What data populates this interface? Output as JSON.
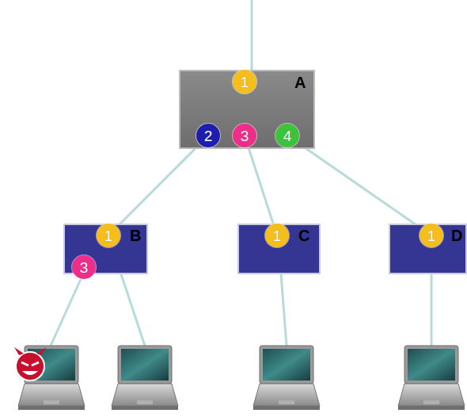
{
  "diagram": {
    "nodes": [
      {
        "text": [
          "A"
        ]
      },
      {
        "text": [
          "1"
        ],
        "in": 0
      },
      {
        "text": [
          "2"
        ],
        "in": 0
      },
      {
        "text": [
          "3"
        ],
        "in": 0
      },
      {
        "text": [
          "4"
        ],
        "in": 0
      },
      {
        "text": [
          "B"
        ]
      },
      {
        "text": [
          "1"
        ],
        "in": 5
      },
      {
        "text": [
          "3"
        ],
        "in": 5
      },
      {
        "text": [
          "C"
        ]
      },
      {
        "text": [
          "1"
        ],
        "in": 8
      },
      {
        "text": [
          "D"
        ]
      },
      {
        "text": [
          "1"
        ],
        "in": 10
      }
    ],
    "edges": [
      {
        "from": 2,
        "to": 6,
        "arrow": "none"
      },
      {
        "from": 3,
        "to": 9,
        "arrow": "none"
      },
      {
        "from": 4,
        "to": 11,
        "arrow": "none"
      }
    ]
  }
}
